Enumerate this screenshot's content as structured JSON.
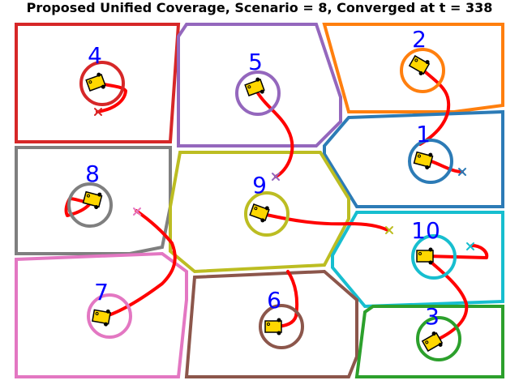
{
  "title": "Proposed Unified Coverage, Scenario = 8, Converged at t = 338",
  "colors": {
    "r1": "#2c7bb6",
    "r2": "#ff7f0e",
    "r3": "#2ca02c",
    "r4": "#d62728",
    "r5": "#9467bd",
    "r6": "#8c564b",
    "r7": "#e377c2",
    "r8": "#7f7f7f",
    "r9": "#bcbd22",
    "r10": "#17becf",
    "path": "#ff0000",
    "label": "#0000ff",
    "robot": "#ffd700"
  },
  "regions": [
    {
      "id": "4",
      "color_key": "r4"
    },
    {
      "id": "5",
      "color_key": "r5"
    },
    {
      "id": "2",
      "color_key": "r2"
    },
    {
      "id": "1",
      "color_key": "r1"
    },
    {
      "id": "8",
      "color_key": "r8"
    },
    {
      "id": "9",
      "color_key": "r9"
    },
    {
      "id": "10",
      "color_key": "r10"
    },
    {
      "id": "7",
      "color_key": "r7"
    },
    {
      "id": "6",
      "color_key": "r6"
    },
    {
      "id": "3",
      "color_key": "r3"
    }
  ]
}
